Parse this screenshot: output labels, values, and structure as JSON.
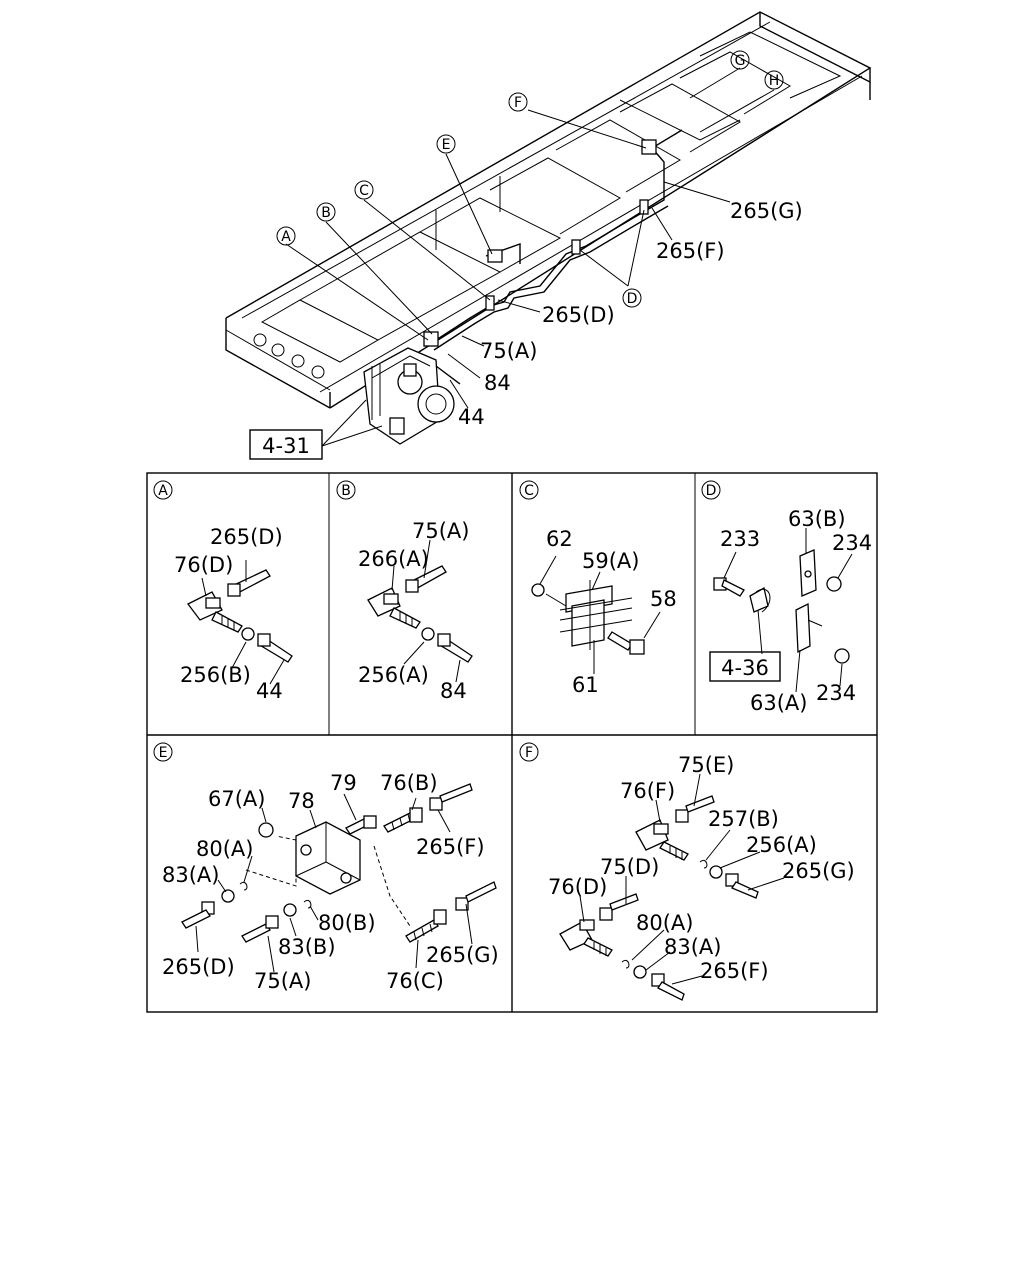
{
  "overview": {
    "callouts": [
      "A",
      "B",
      "C",
      "D",
      "E",
      "F",
      "G",
      "H"
    ],
    "labels": {
      "p265G": "265(G)",
      "p265F": "265(F)",
      "p265D": "265(D)",
      "p75A": "75(A)",
      "p84": "84",
      "p44": "44",
      "ref431": "4-31"
    }
  },
  "panels": {
    "A": {
      "letter": "A",
      "labels": {
        "p265D": "265(D)",
        "p76D": "76(D)",
        "p256B": "256(B)",
        "p44": "44"
      }
    },
    "B": {
      "letter": "B",
      "labels": {
        "p75A": "75(A)",
        "p266A": "266(A)",
        "p256A": "256(A)",
        "p84": "84"
      }
    },
    "C": {
      "letter": "C",
      "labels": {
        "p62": "62",
        "p59A": "59(A)",
        "p58": "58",
        "p61": "61"
      }
    },
    "D": {
      "letter": "D",
      "labels": {
        "p63B": "63(B)",
        "p233": "233",
        "p234a": "234",
        "p436": "4-36",
        "p63A": "63(A)",
        "p234b": "234"
      }
    },
    "E": {
      "letter": "E",
      "labels": {
        "p67A": "67(A)",
        "p78": "78",
        "p79": "79",
        "p76B": "76(B)",
        "p80A": "80(A)",
        "p83A": "83(A)",
        "p265F": "265(F)",
        "p80B": "80(B)",
        "p83B": "83(B)",
        "p265D": "265(D)",
        "p75A": "75(A)",
        "p265G": "265(G)",
        "p76C": "76(C)"
      }
    },
    "F": {
      "letter": "F",
      "labels": {
        "p75E": "75(E)",
        "p76F": "76(F)",
        "p257B": "257(B)",
        "p256A": "256(A)",
        "p75D": "75(D)",
        "p265G": "265(G)",
        "p76D": "76(D)",
        "p80A": "80(A)",
        "p83A": "83(A)",
        "p265F": "265(F)"
      }
    }
  }
}
